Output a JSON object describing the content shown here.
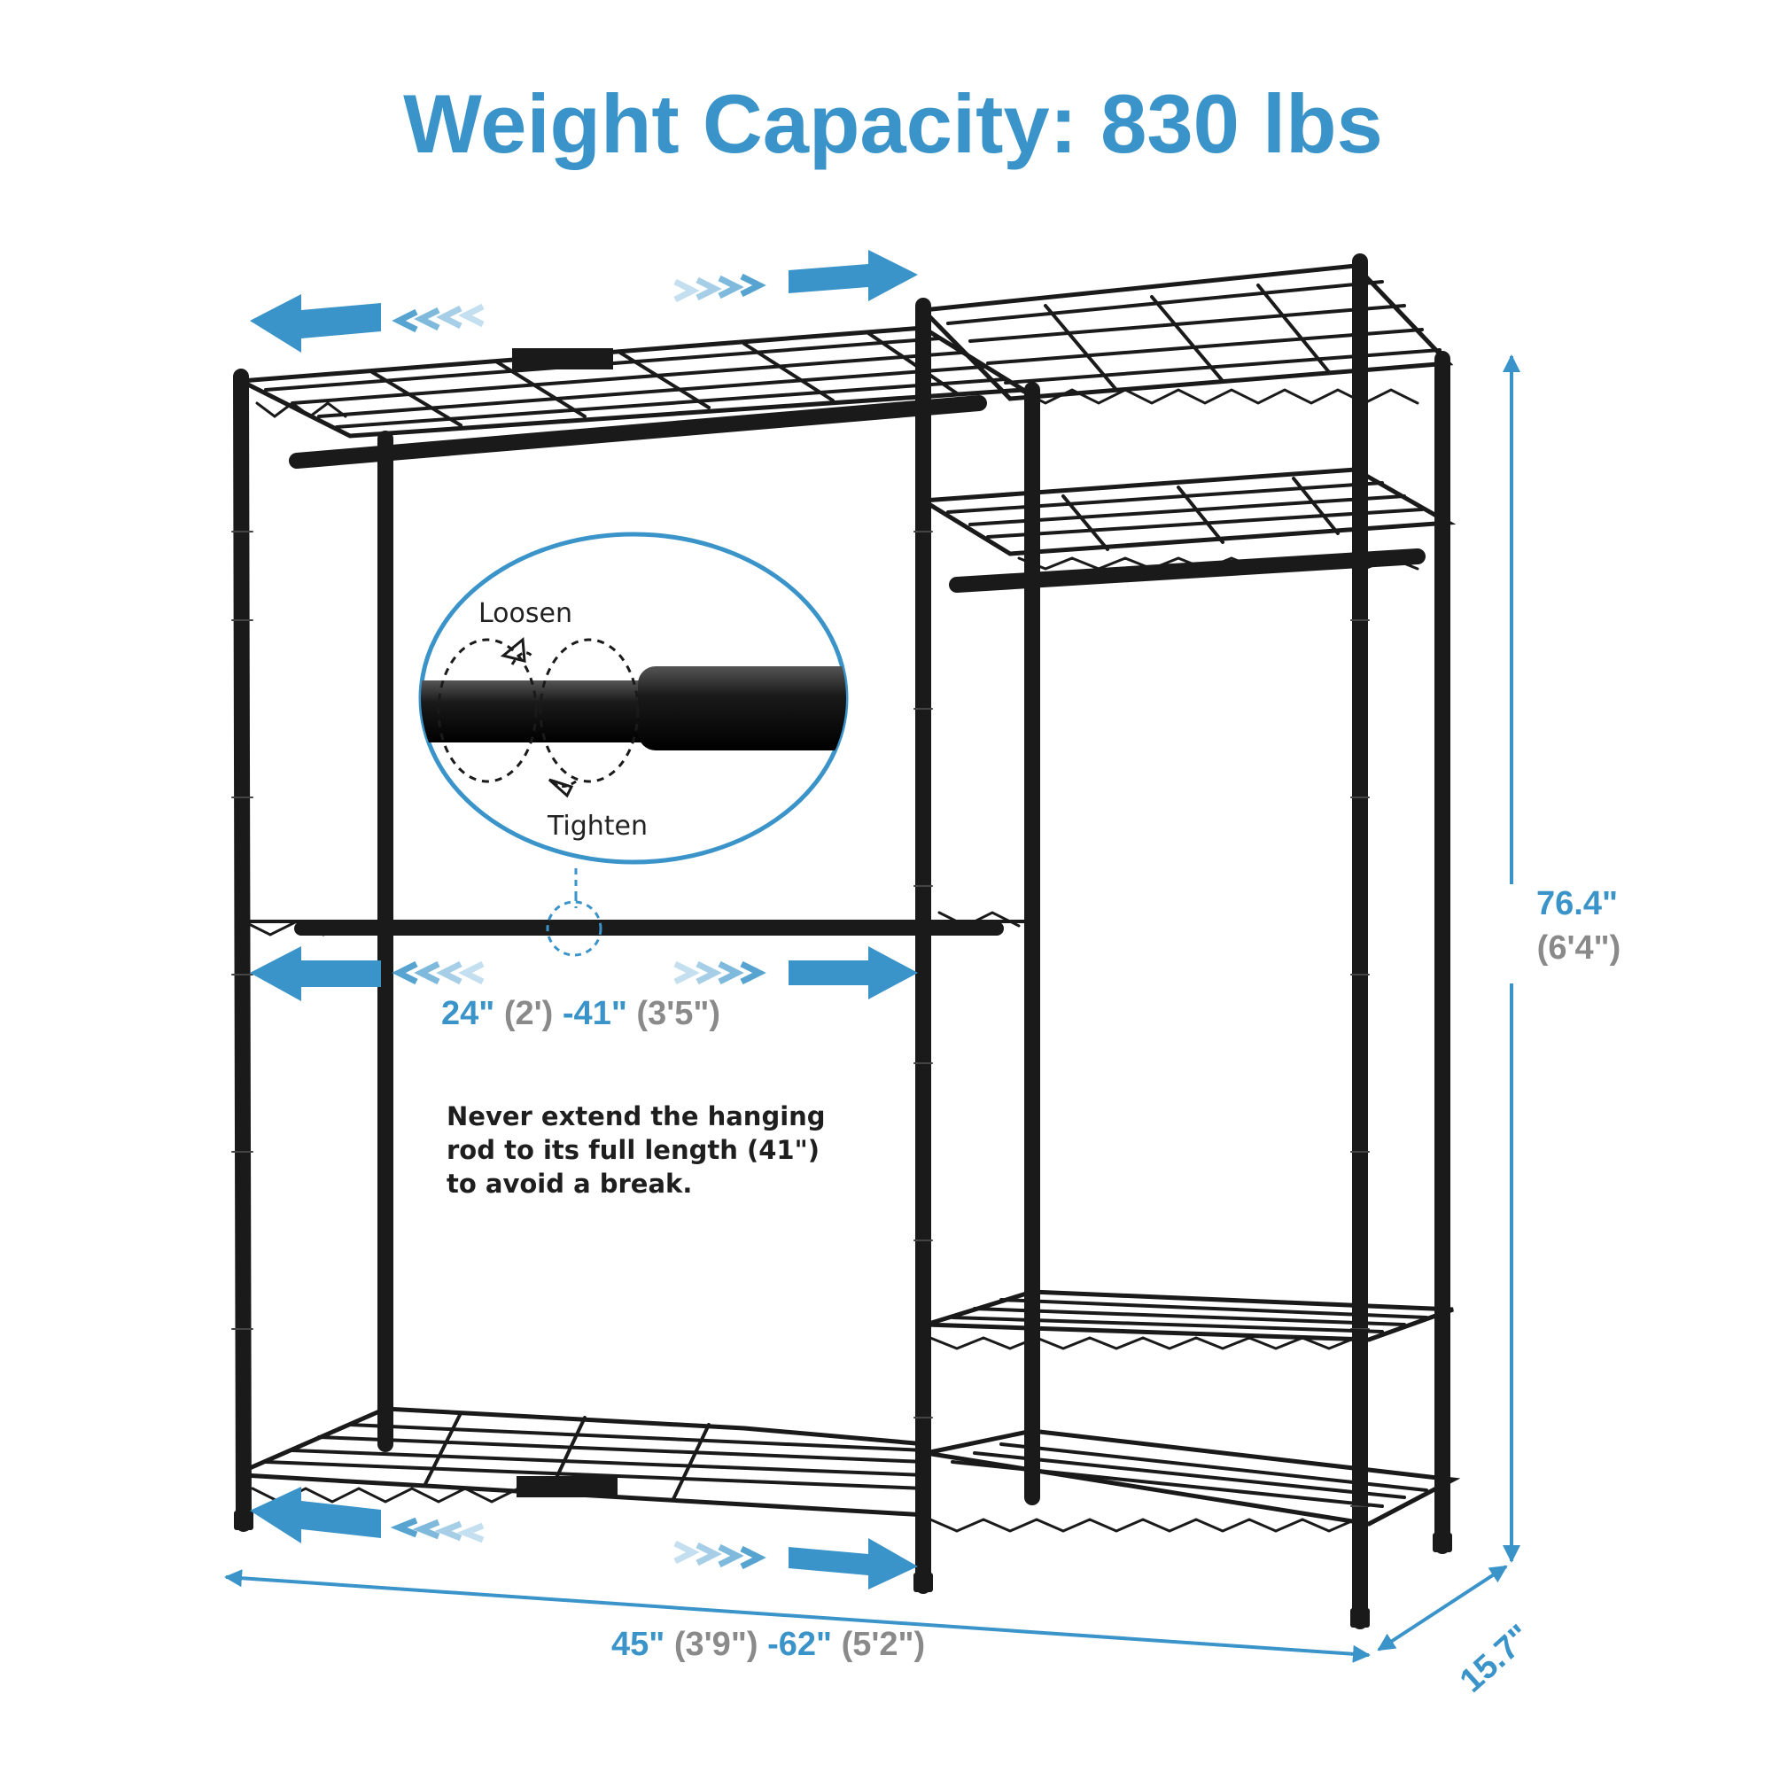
{
  "title": "Weight Capacity: 830 lbs",
  "callout": {
    "loosen_label": "Loosen",
    "tighten_label": "Tighten"
  },
  "dimensions": {
    "rod": {
      "min": "24\"",
      "min_ft": "(2')",
      "max": "-41\"",
      "max_ft": "(3'5\")"
    },
    "height": {
      "value": "76.4\"",
      "ft": "(6'4\")"
    },
    "width": {
      "min": "45\"",
      "min_ft": "(3'9\")",
      "max": "-62\"",
      "max_ft": "(5'2\")"
    },
    "depth": {
      "value": "15.7\""
    }
  },
  "note": {
    "line1": "Never extend the hanging",
    "line2": "rod to its full length (41\")",
    "line3": "to avoid a break."
  },
  "colors": {
    "accent": "#3a94c9",
    "secondary_text": "#8a8a8a",
    "frame": "#1a1a1a"
  }
}
